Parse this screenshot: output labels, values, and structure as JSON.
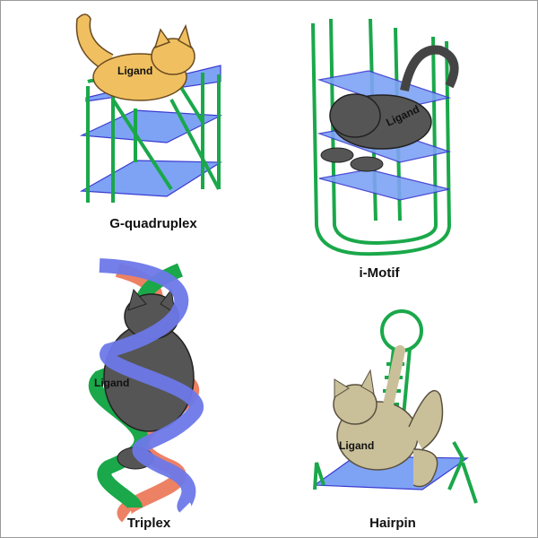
{
  "panels": [
    {
      "title": "G-quadruplex",
      "ligand": "Ligand"
    },
    {
      "title": "i-Motif",
      "ligand": "Ligand"
    },
    {
      "title": "Triplex",
      "ligand": "Ligand"
    },
    {
      "title": "Hairpin",
      "ligand": "Ligand"
    }
  ],
  "colors": {
    "strand": "#1aa84a",
    "plane": "#7ea3f5",
    "plane_edge": "#3a3ad0",
    "cat_orange": "#f0c060",
    "cat_gray": "#555555",
    "cat_tan": "#c9c09a",
    "ribbon_orange": "#ec7a5c",
    "ribbon_blue": "#6d78e8"
  }
}
